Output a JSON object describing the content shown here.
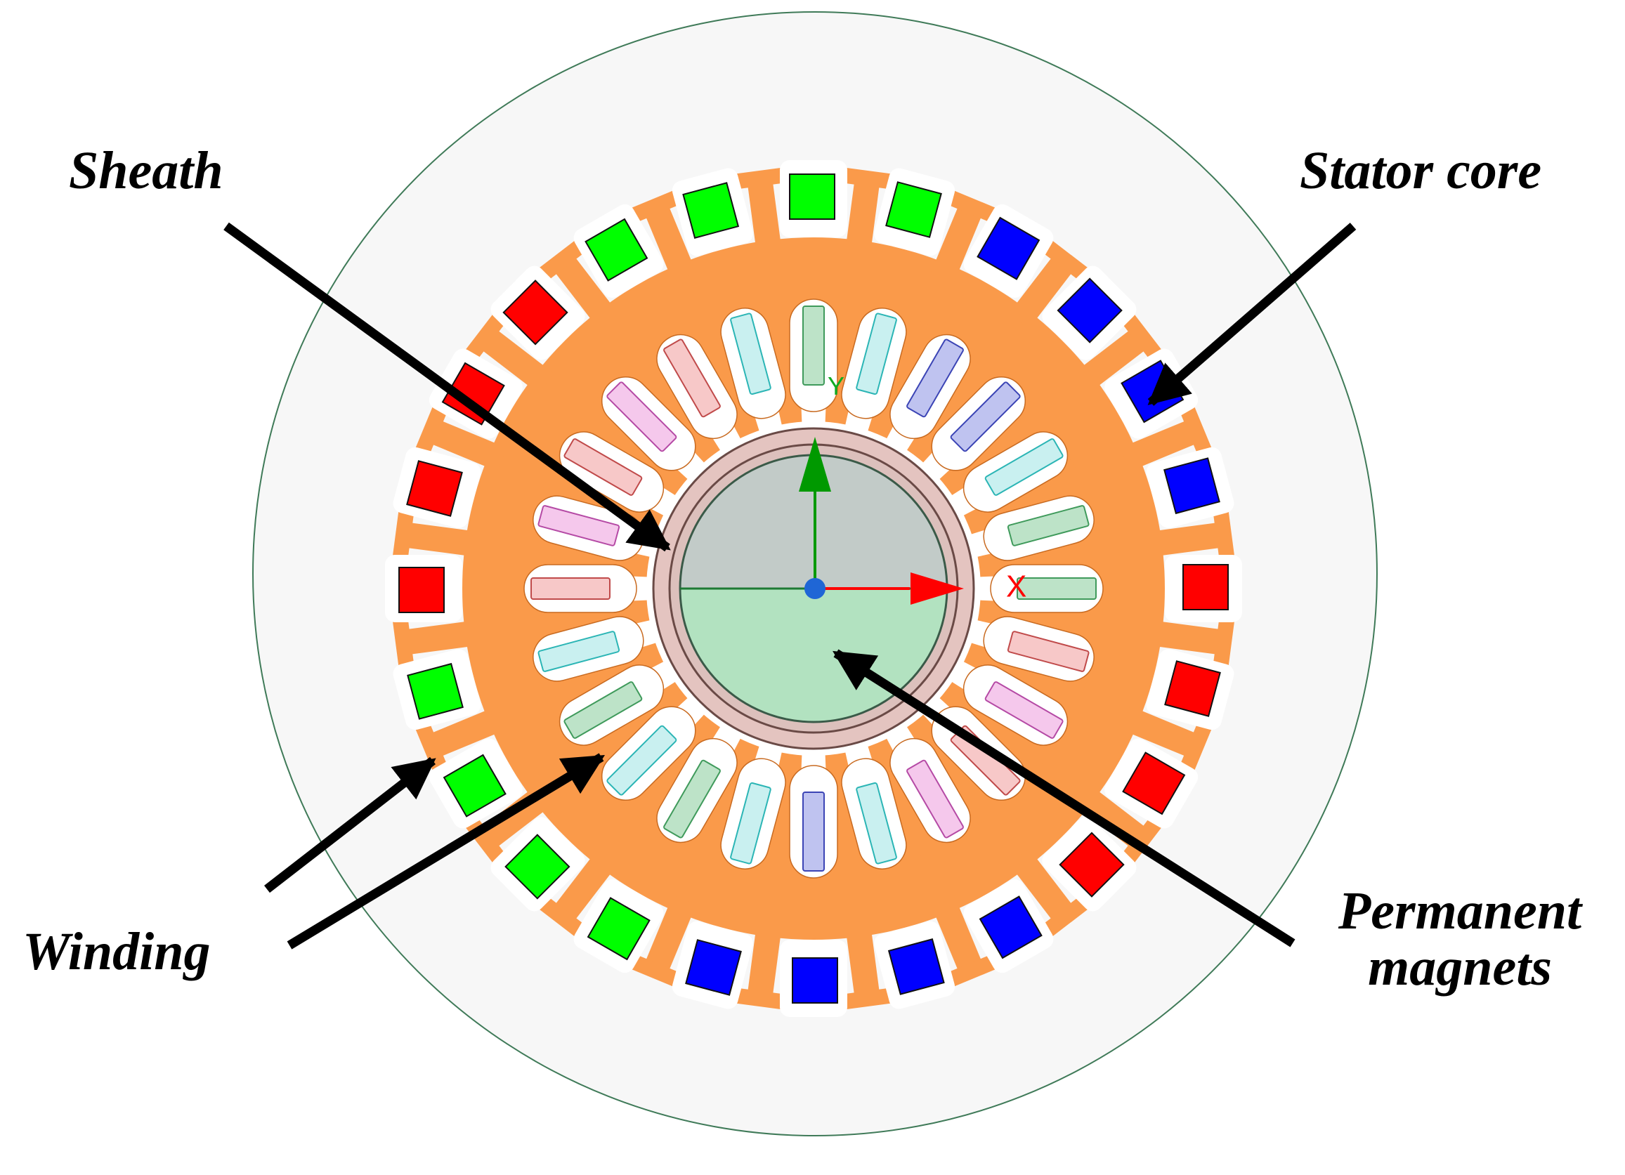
{
  "labels": {
    "sheath": "Sheath",
    "stator_core": "Stator core",
    "winding": "Winding",
    "permanent_magnets_line1": "Permanent",
    "permanent_magnets_line2": "magnets"
  },
  "axes": {
    "x_label": "X",
    "y_label": "Y"
  },
  "stator": {
    "outer_slot_count": 24,
    "outer_slot_colors": [
      "#0000ff",
      "#0000ff",
      "#00ff00",
      "#00ff00",
      "#00ff00",
      "#00ff00",
      "#ff0000",
      "#ff0000",
      "#ff0000",
      "#ff0000",
      "#00ff00",
      "#00ff00",
      "#00ff00",
      "#00ff00",
      "#0000ff",
      "#0000ff",
      "#0000ff",
      "#0000ff",
      "#ff0000",
      "#ff0000",
      "#ff0000",
      "#ff0000",
      "#0000ff",
      "#0000ff"
    ],
    "inner_slot_count": 24,
    "inner_slot_colors": [
      "#bfc3f0",
      "#c9f0f0",
      "#bde3c8",
      "#c9f0f0",
      "#bde3c8",
      "#c9f0f0",
      "#f7c8c8",
      "#f5c8ec",
      "#f7c8c8",
      "#f5c8ec",
      "#f7c8c8",
      "#c9f0f0",
      "#bde3c8",
      "#c9f0f0",
      "#bfc3f0",
      "#bfc3f0",
      "#c9f0f0",
      "#bde3c8",
      "#bde3c8",
      "#f7c8c8",
      "#f5c8ec",
      "#f7c8c8",
      "#f5c8ec",
      "#c9f0f0"
    ],
    "inner_slot_border_colors": [
      "#3b44b5",
      "#2bb5b5",
      "#3f9a5b",
      "#2bb5b5",
      "#3f9a5b",
      "#2bb5b5",
      "#c04a4a",
      "#b54aa5",
      "#c04a4a",
      "#b54aa5",
      "#c04a4a",
      "#2bb5b5",
      "#3f9a5b",
      "#2bb5b5",
      "#3b44b5",
      "#3b44b5",
      "#2bb5b5",
      "#3f9a5b",
      "#3f9a5b",
      "#c04a4a",
      "#b54aa5",
      "#c04a4a",
      "#b54aa5",
      "#2bb5b5"
    ]
  },
  "colors": {
    "stator_core": "#fa9a4a",
    "sheath_ring": "#e4c4c0",
    "magnet_upper": "#c2cbc8",
    "magnet_lower": "#b2e2c0",
    "housing": "#f7f7f7",
    "x_axis": "#ff0000",
    "y_axis": "#009900",
    "origin": "#1f66d6"
  }
}
